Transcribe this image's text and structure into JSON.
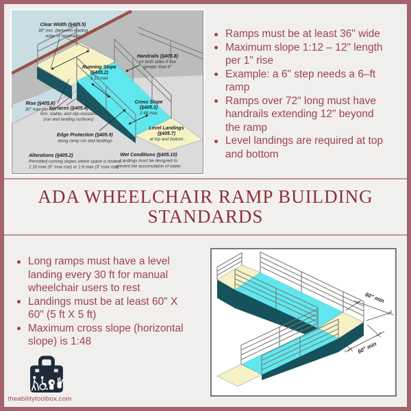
{
  "title": {
    "line1": "ADA WHEELCHAIR RAMP BUILDING",
    "line2": "STANDARDS"
  },
  "top_bullets": [
    "Ramps must be at least 36\" wide",
    "Maximum slope 1:12 – 12\" length per 1\" rise",
    "Example: a 6\" step needs a 6–ft ramp",
    "Ramps over 72\" long must have handrails extending 12\" beyond the ramp",
    "Level landings are required at top and bottom"
  ],
  "bottom_bullets": [
    "Long ramps must have a level landing every 30 ft for manual wheelchair users to rest",
    "Landings must be at least 60\" X 60\" (5 ft X 5 ft)",
    "Maximum cross slope (horizontal slope) is 1:48"
  ],
  "diagram1": {
    "labels": {
      "clear_width": [
        "Clear Width (§405.5)",
        "36\" min. (between leading",
        "edge of handrails)"
      ],
      "handrails": [
        "Handrails (§405.8)",
        "on both sides if rise",
        "greater than 6\""
      ],
      "running_slope": [
        "Running Slope",
        "(§405.2)",
        "1:12 max"
      ],
      "rise": [
        "Rise (§405.6)",
        "30\" max per run"
      ],
      "cross_slope": [
        "Cross Slope",
        "(§405.3)",
        "1:48 max"
      ],
      "surfaces": [
        "Surfaces (§405.4)",
        "firm, stable, and slip-resistant",
        "(run and landing surfaces)"
      ],
      "level_landings": [
        "Level Landings",
        "(§405.7)",
        "at top and bottom"
      ],
      "edge_protection": [
        "Edge Protection (§405.9)",
        "along ramp run and landings"
      ],
      "alterations": [
        "Alterations (§405.2)",
        "Permitted running slopes where space is limited:",
        "1:10 max (6\" max rise) or 1:8 max (3\" max rise)"
      ],
      "wet_conditions": [
        "Wet Conditions (§405.10)",
        "Landings must be designed to",
        "prevent the accumulation of water."
      ]
    }
  },
  "diagram2": {
    "dim_top": "60\" min",
    "dim_bottom": "60\" min"
  },
  "footer": {
    "website": "theabilitytoolbox.com",
    "logo_icons": [
      "person-with-cane-icon",
      "wheelchair-icon",
      "head-profile-icon",
      "sign-language-hand-icon"
    ]
  },
  "colors": {
    "border": "#a4646c",
    "body_text": "#9b434c",
    "title_text": "#8c2f38",
    "ramp_cyan": "#5fe7ef",
    "landing_cream": "#f6f2c6",
    "ramp_side_teal": "#15525c",
    "logo_navy": "#1f2b3a",
    "divider_pink": "#bf9296"
  }
}
